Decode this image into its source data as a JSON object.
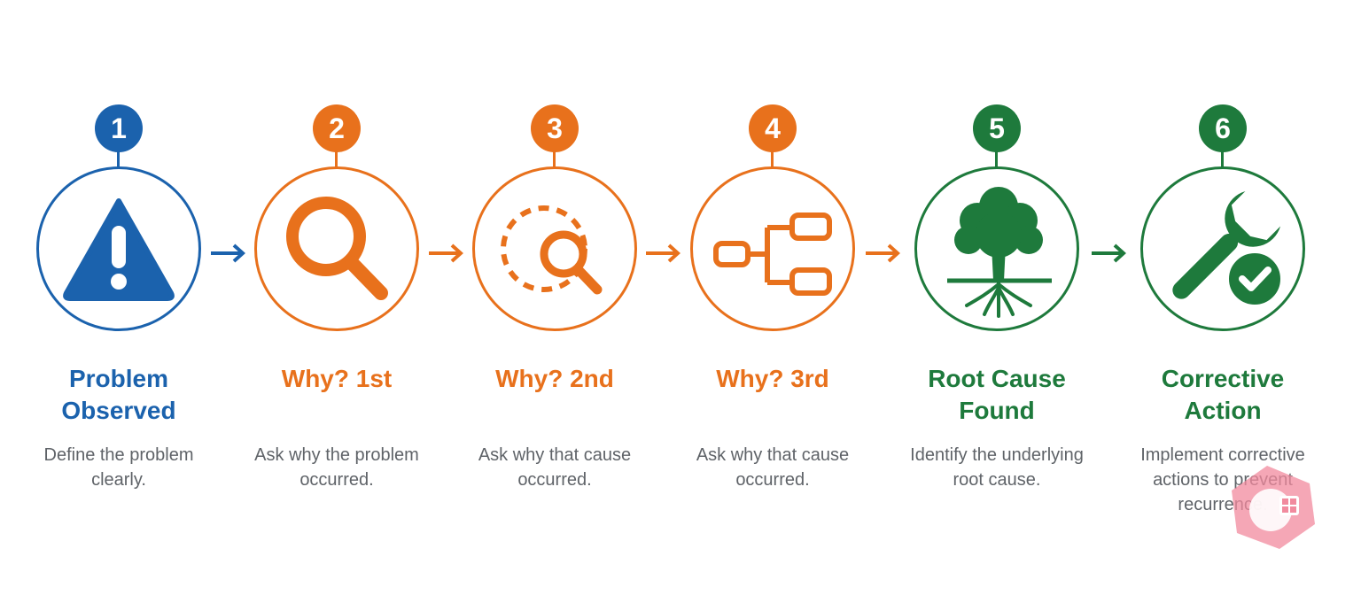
{
  "colors": {
    "blue": "#1b62ad",
    "orange": "#e8711c",
    "green": "#1e7a3c",
    "text_gray": "#5f6368"
  },
  "steps": [
    {
      "number": "1",
      "title_line1": "Problem",
      "title_line2": "Observed",
      "desc_line1": "Define the problem",
      "desc_line2": "clearly.",
      "desc_line3": "",
      "icon": "warning-triangle-icon",
      "color": "blue"
    },
    {
      "number": "2",
      "title_line1": "Why? 1st",
      "title_line2": "",
      "desc_line1": "Ask why the problem",
      "desc_line2": "occurred.",
      "desc_line3": "",
      "icon": "magnifier-icon",
      "color": "orange"
    },
    {
      "number": "3",
      "title_line1": "Why? 2nd",
      "title_line2": "",
      "desc_line1": "Ask why that cause",
      "desc_line2": "occurred.",
      "desc_line3": "",
      "icon": "magnifier-dashed-icon",
      "color": "orange"
    },
    {
      "number": "4",
      "title_line1": "Why? 3rd",
      "title_line2": "",
      "desc_line1": "Ask why that cause",
      "desc_line2": "occurred.",
      "desc_line3": "",
      "icon": "branching-diagram-icon",
      "color": "orange"
    },
    {
      "number": "5",
      "title_line1": "Root Cause",
      "title_line2": "Found",
      "desc_line1": "Identify the underlying",
      "desc_line2": "root cause.",
      "desc_line3": "",
      "icon": "tree-roots-icon",
      "color": "green"
    },
    {
      "number": "6",
      "title_line1": "Corrective",
      "title_line2": "Action",
      "desc_line1": "Implement corrective",
      "desc_line2": "actions to prevent",
      "desc_line3": "recurrence.",
      "icon": "wrench-check-icon",
      "color": "green"
    }
  ],
  "arrows": [
    {
      "color": "blue"
    },
    {
      "color": "orange"
    },
    {
      "color": "orange"
    },
    {
      "color": "orange"
    },
    {
      "color": "green"
    }
  ]
}
